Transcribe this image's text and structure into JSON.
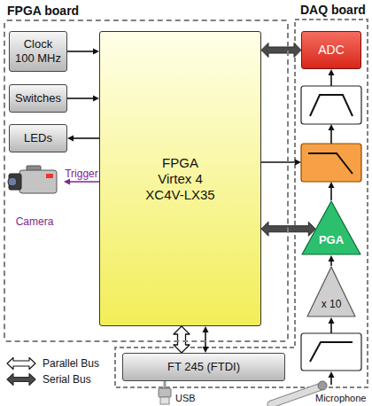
{
  "diagram": {
    "nodes": [
      {
        "text": [
          "FPGA board"
        ]
      },
      {
        "text": [
          "DAQ board"
        ]
      },
      {
        "text": [
          "Clock 100 MHz"
        ],
        "in": 0
      },
      {
        "text": [
          "Switches"
        ],
        "in": 0
      },
      {
        "text": [
          "LEDs"
        ],
        "in": 0
      },
      {
        "text": [
          "Camera"
        ],
        "in": 0
      },
      {
        "text": [
          "FPGA Virtex 4 XC4V-LX35"
        ],
        "in": 0
      },
      {
        "text": [
          "ADC"
        ],
        "in": 1
      },
      {
        "text": [
          "PGA"
        ],
        "in": 1
      },
      {
        "text": [
          "x 10"
        ],
        "in": 1
      },
      {
        "text": [
          "FT 245 (FTDI)"
        ]
      }
    ],
    "edges": [
      {
        "from": 2,
        "to": 6,
        "arrow": "to"
      },
      {
        "from": 3,
        "to": 6,
        "arrow": "to"
      },
      {
        "from": 6,
        "to": 4,
        "arrow": "to"
      },
      {
        "from": 6,
        "to": 5,
        "arrow": "to",
        "label": "Trigger"
      },
      {
        "from": 6,
        "to": 7,
        "arrow": "both"
      },
      {
        "from": 6,
        "to": 8,
        "arrow": "both"
      },
      {
        "from": 10,
        "to": 6,
        "arrow": "both"
      },
      {
        "from": 6,
        "to": 10,
        "arrow": "both"
      },
      {
        "from": 9,
        "to": 8,
        "arrow": "to"
      }
    ],
    "labels": [
      "USB",
      "Microphone"
    ],
    "legend": [
      {
        "text": "Parallel Bus"
      },
      {
        "text": "Serial Bus"
      }
    ]
  }
}
